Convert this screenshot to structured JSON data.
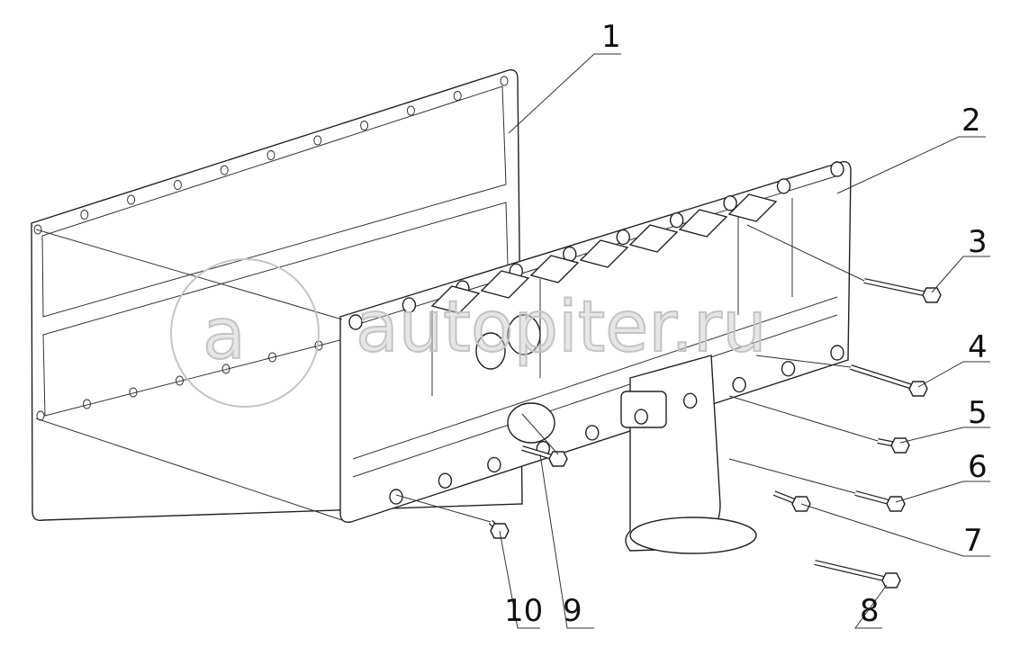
{
  "watermark": {
    "text": "autopiter.ru",
    "logo_letter": "a"
  },
  "callouts": [
    {
      "label": "1",
      "part": "gasket"
    },
    {
      "label": "2",
      "part": "oil-pan-cover"
    },
    {
      "label": "3",
      "part": "long-bolt"
    },
    {
      "label": "4",
      "part": "bolt"
    },
    {
      "label": "5",
      "part": "short-bolt"
    },
    {
      "label": "6",
      "part": "bolt"
    },
    {
      "label": "7",
      "part": "drain-plug"
    },
    {
      "label": "8",
      "part": "long-bolt"
    },
    {
      "label": "9",
      "part": "bolt"
    },
    {
      "label": "10",
      "part": "short-bolt"
    }
  ]
}
